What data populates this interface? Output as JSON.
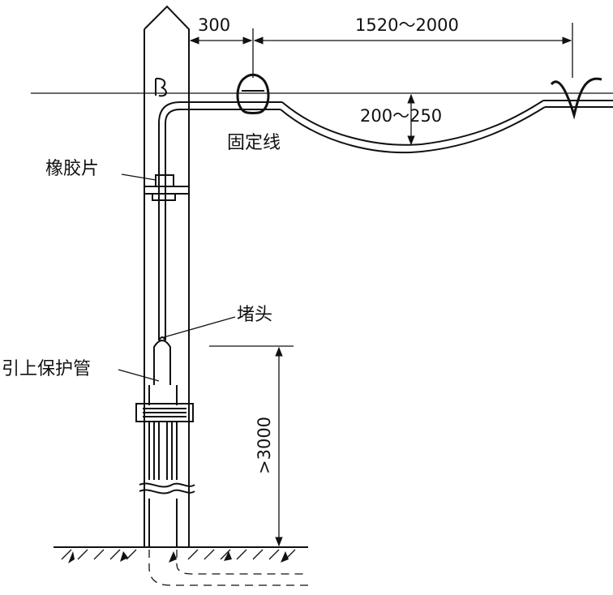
{
  "dimensions": {
    "offset": "300",
    "span": "1520～2000",
    "sag": "200～250",
    "height": ">3000"
  },
  "labels": {
    "fixing_wire": "固定线",
    "rubber_pad": "橡胶片",
    "plug_head": "堵头",
    "lead_up_pipe": "引上保护管"
  }
}
